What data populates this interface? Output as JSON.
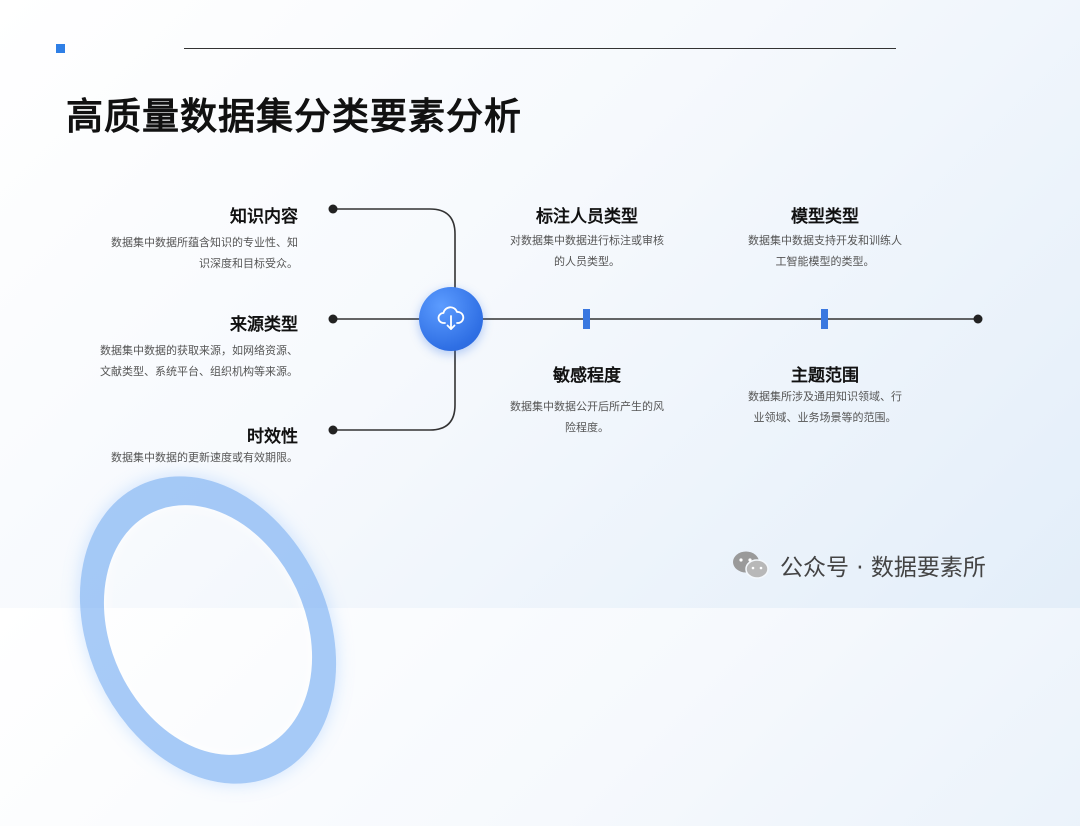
{
  "title": "高质量数据集分类要素分析",
  "items": {
    "knowledge": {
      "title": "知识内容",
      "desc_line1": "数据集中数据所蕴含知识的专业性、知",
      "desc_line2": "识深度和目标受众。"
    },
    "source": {
      "title": "来源类型",
      "desc_line1": "数据集中数据的获取来源，如网络资源、",
      "desc_line2": "文献类型、系统平台、组织机构等来源。"
    },
    "timeliness": {
      "title": "时效性",
      "desc_line1": "数据集中数据的更新速度或有效期限。"
    },
    "annotator": {
      "title": "标注人员类型",
      "desc_line1": "对数据集中数据进行标注或审核",
      "desc_line2": "的人员类型。"
    },
    "model": {
      "title": "模型类型",
      "desc_line1": "数据集中数据支持开发和训练人",
      "desc_line2": "工智能模型的类型。"
    },
    "sensitivity": {
      "title": "敏感程度",
      "desc_line1": "数据集中数据公开后所产生的风",
      "desc_line2": "险程度。"
    },
    "topic": {
      "title": "主题范围",
      "desc_line1": "数据集所涉及通用知识领域、行",
      "desc_line2": "业领域、业务场景等的范围。"
    }
  },
  "hub": {
    "icon": "cloud-download-icon"
  },
  "watermark": {
    "text": "公众号 · 数据要素所",
    "icon": "wechat-icon"
  },
  "colors": {
    "accent": "#2f6fe4",
    "line": "#333333",
    "marker": "#3a78e0"
  }
}
